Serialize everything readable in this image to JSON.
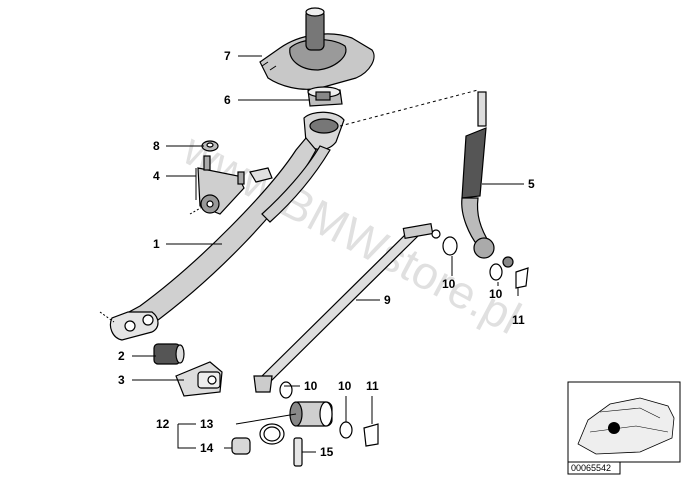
{
  "watermark": "www.BMWstore.pl",
  "catalog_number": "00065542",
  "callouts": {
    "c1": "1",
    "c2": "2",
    "c3": "3",
    "c4": "4",
    "c5": "5",
    "c6": "6",
    "c7": "7",
    "c8": "8",
    "c9": "9",
    "c10a": "10",
    "c10b": "10",
    "c10c": "10",
    "c10d": "10",
    "c11a": "11",
    "c11b": "11",
    "c12": "12",
    "c13": "13",
    "c14": "14",
    "c15": "15"
  },
  "colors": {
    "line": "#000000",
    "part_fill": "#d0d0d0",
    "part_dark": "#555555",
    "watermark": "#c8c8c8"
  },
  "icons": {
    "thumbnail": "car-location-thumbnail-icon"
  }
}
